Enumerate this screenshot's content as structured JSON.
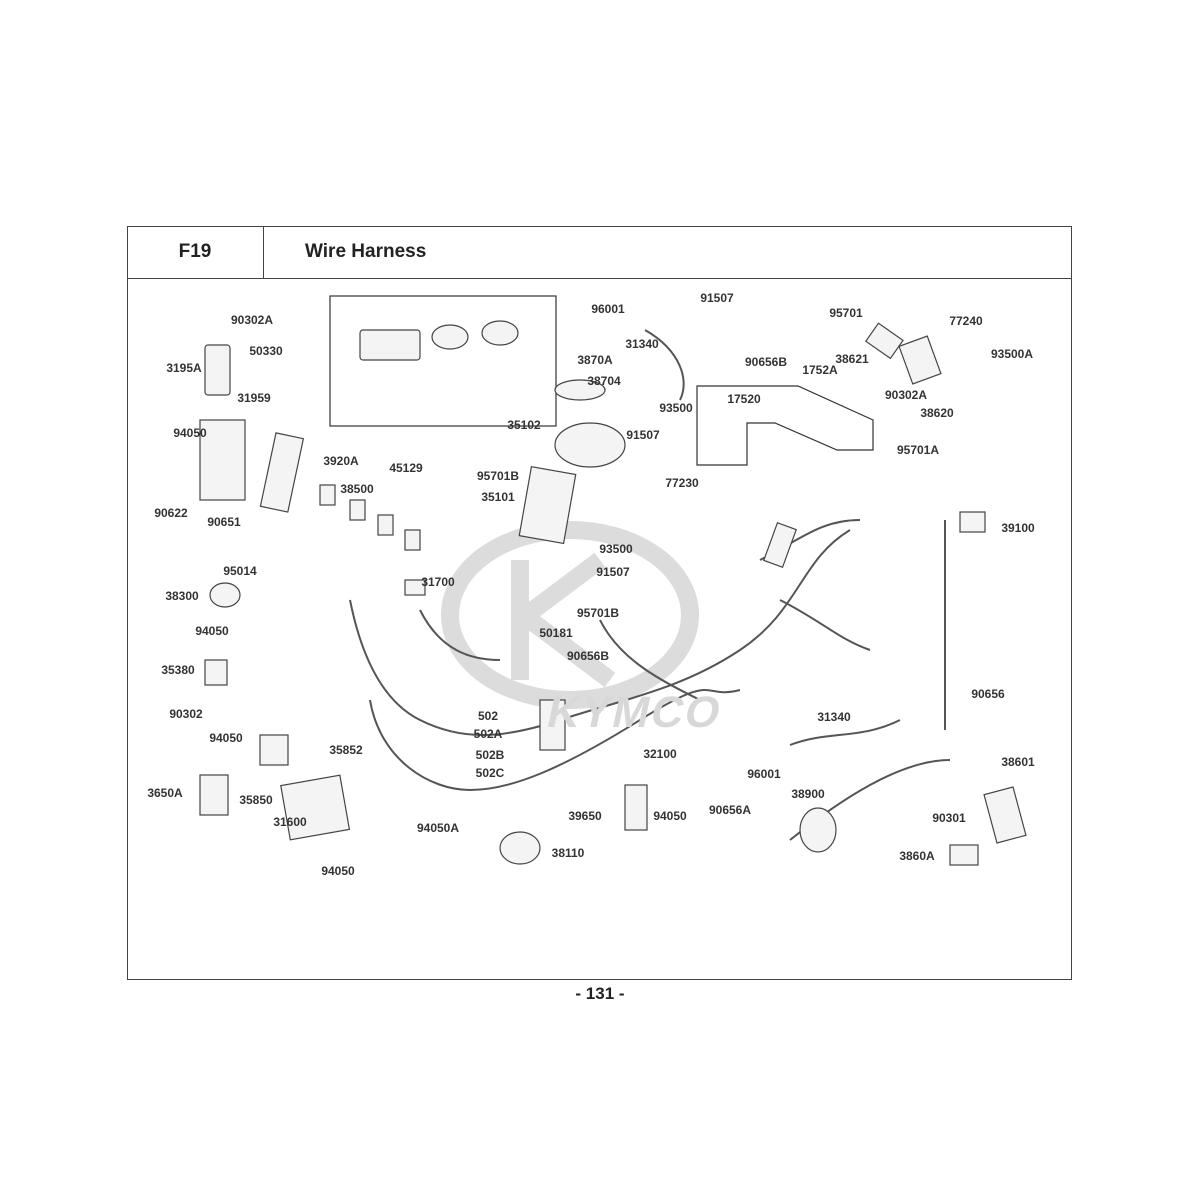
{
  "header": {
    "code": "F19",
    "title": "Wire Harness"
  },
  "footer": {
    "page": "- 131 -"
  },
  "watermark": "KYMCO",
  "labels": [
    "90302A",
    "50330",
    "3195A",
    "31959",
    "94050",
    "3920A",
    "90622",
    "90651",
    "38500",
    "45129",
    "95701B",
    "35102",
    "35101",
    "96001",
    "31340",
    "3870A",
    "38704",
    "91507",
    "90656B",
    "93500",
    "91507",
    "17520",
    "1752A",
    "95701",
    "38621",
    "77240",
    "93500A",
    "90302A",
    "38620",
    "95701A",
    "77230",
    "39100",
    "95014",
    "38300",
    "94050",
    "31700",
    "93500",
    "91507",
    "95701B",
    "50181",
    "90656B",
    "35380",
    "90302",
    "502",
    "502A",
    "502B",
    "502C",
    "32100",
    "31340",
    "90656",
    "94050",
    "35852",
    "3650A",
    "35850",
    "96001",
    "38601",
    "38900",
    "90656A",
    "39650",
    "94050",
    "90301",
    "31600",
    "94050A",
    "38110",
    "3860A",
    "94050"
  ]
}
